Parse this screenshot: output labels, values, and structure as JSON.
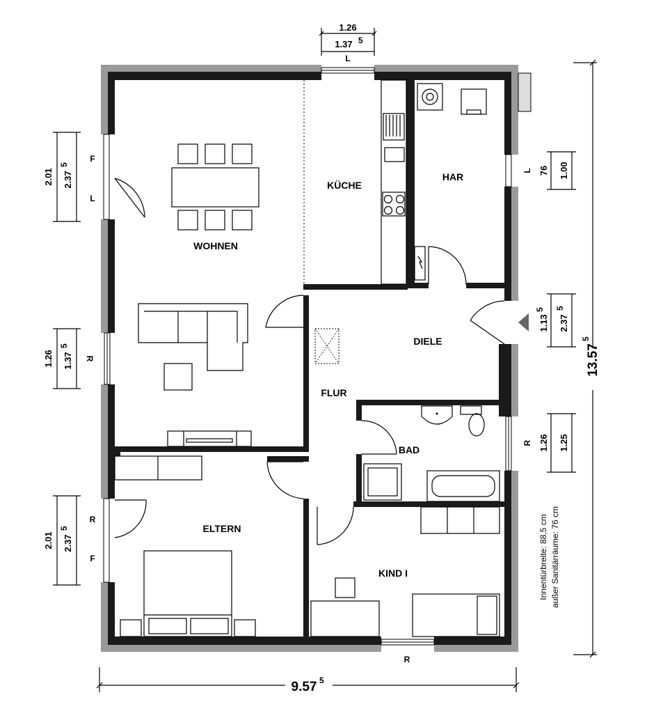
{
  "rooms": {
    "wohnen": "WOHNEN",
    "kueche": "KÜCHE",
    "har": "HAR",
    "diele": "DIELE",
    "flur": "FLUR",
    "bad": "BAD",
    "eltern": "ELTERN",
    "kind": "KIND I"
  },
  "dimensions": {
    "top_window_1": "1.26",
    "top_window_2": "1.37",
    "top_window_2_sup": "5",
    "top_window_hinge": "L",
    "left_win1_a": "2.01",
    "left_win1_b": "2.37",
    "left_win1_b_sup": "5",
    "left_win1_f": "F",
    "left_win1_l": "L",
    "left_win2_a": "1.26",
    "left_win2_b": "1.37",
    "left_win2_b_sup": "5",
    "left_win2_r": "R",
    "left_win3_a": "2.01",
    "left_win3_b": "2.37",
    "left_win3_b_sup": "5",
    "left_win3_r": "R",
    "left_win3_f": "F",
    "right_har_l": "L",
    "right_har_a": "76",
    "right_har_b": "1.00",
    "right_entry_a": "1.13",
    "right_entry_a_sup": "5",
    "right_entry_b": "2.37",
    "right_entry_b_sup": "5",
    "right_bad_r": "R",
    "right_bad_a": "1.26",
    "right_bad_b": "1.25",
    "total_height": "13.57",
    "total_height_sup": "5",
    "total_width": "9.57",
    "total_width_sup": "5",
    "bottom_window_r": "R"
  },
  "notes": {
    "door_width_line1": "Innentürbreite: 88,5 cm",
    "door_width_line2": "außer Sanitärräume: 76 cm"
  }
}
